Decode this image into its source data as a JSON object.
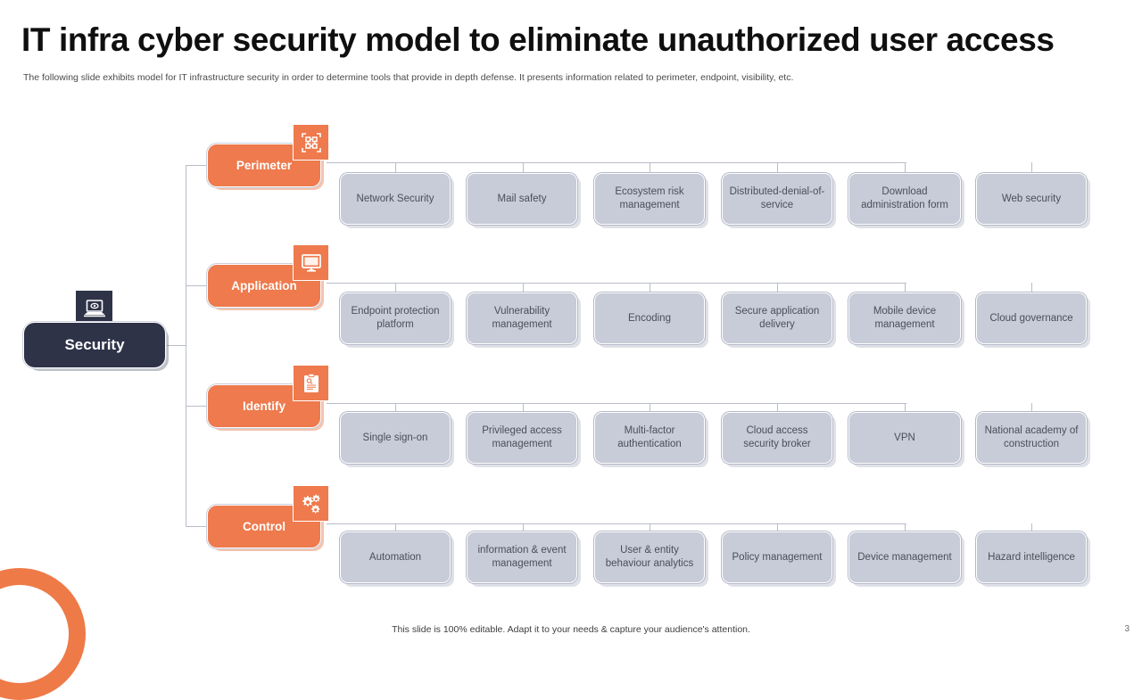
{
  "slide": {
    "title": "IT infra cyber security model to eliminate unauthorized user access",
    "subtitle": "The following slide exhibits model for IT infrastructure security in order to  determine tools that provide in depth defense. It presents information related to perimeter, endpoint, visibility, etc.",
    "footer_note": "This slide is 100% editable. Adapt it to your needs & capture your audience's attention.",
    "page_number": "3"
  },
  "colors": {
    "accent": "#ee7a4d",
    "root": "#2e3348",
    "leaf": "#c8cbd8",
    "connector": "#b9bdc9"
  },
  "root": {
    "label": "Security",
    "icon": "laptop-monitor-icon"
  },
  "branches": [
    {
      "label": "Perimeter",
      "icon": "network-nodes-icon",
      "items": [
        "Network Security",
        "Mail safety",
        "Ecosystem risk management",
        "Distributed-denial-of-service",
        "Download administration form",
        "Web security"
      ]
    },
    {
      "label": "Application",
      "icon": "desktop-monitor-icon",
      "items": [
        "Endpoint protection platform",
        "Vulnerability management",
        "Encoding",
        "Secure application delivery",
        "Mobile device management",
        "Cloud governance"
      ]
    },
    {
      "label": "Identify",
      "icon": "clipboard-icon",
      "items": [
        "Single sign-on",
        "Privileged  access management",
        "Multi-factor authentication",
        "Cloud access security broker",
        "VPN",
        "National academy of construction"
      ]
    },
    {
      "label": "Control",
      "icon": "gears-icon",
      "items": [
        "Automation",
        "information  &  event management",
        "User & entity behaviour  analytics",
        "Policy management",
        "Device management",
        "Hazard intelligence"
      ]
    }
  ]
}
